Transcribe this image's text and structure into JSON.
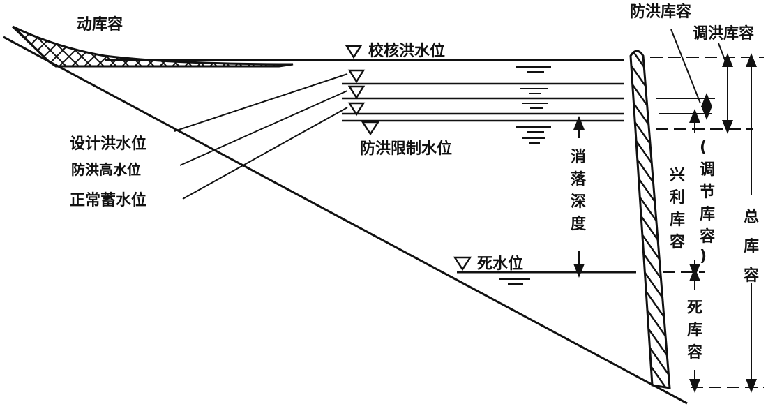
{
  "labels": {
    "dynamic_storage": "动库容",
    "check_flood_level": "校核洪水位",
    "design_flood_level": "设计洪水位",
    "flood_high_level": "防洪高水位",
    "normal_storage_level": "正常蓄水位",
    "flood_limit_level": "防洪限制水位",
    "dead_water_level": "死水位",
    "drawdown_depth": [
      "消",
      "落",
      "深",
      "度"
    ],
    "flood_control_storage": "防洪库容",
    "flood_regulation_storage": "调洪库容",
    "beneficial_storage": [
      "兴",
      "利",
      "库",
      "容"
    ],
    "regulating_storage": [
      "(",
      "调",
      "节",
      "库",
      "容",
      ")"
    ],
    "dead_storage": [
      "死",
      "库",
      "容"
    ],
    "total_storage": [
      "总",
      "库",
      "容"
    ]
  }
}
